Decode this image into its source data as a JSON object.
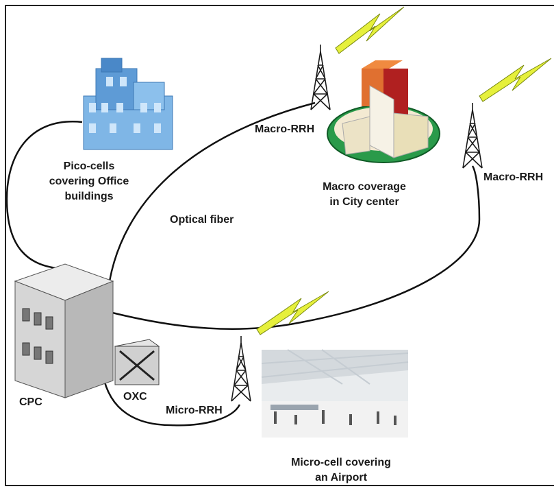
{
  "labels": {
    "macro_rrh_1": "Macro-RRH",
    "macro_rrh_2": "Macro-RRH",
    "pico_line1": "Pico-cells",
    "pico_line2": "covering Office",
    "pico_line3": "buildings",
    "macro_cov_line1": "Macro coverage",
    "macro_cov_line2": "in City center",
    "optical_fiber": "Optical fiber",
    "cpc": "CPC",
    "oxc": "OXC",
    "micro_rrh": "Micro-RRH",
    "micro_cell_line1": "Micro-cell covering",
    "micro_cell_line2": "an Airport"
  },
  "colors": {
    "fiber": "#111111",
    "lightning_fill": "#e6f03c",
    "lightning_stroke": "#7a8a10",
    "green_ellipse": "#2a9a4a",
    "office_building": "#6aa6de",
    "cpc_building": "#d8d8d8"
  }
}
